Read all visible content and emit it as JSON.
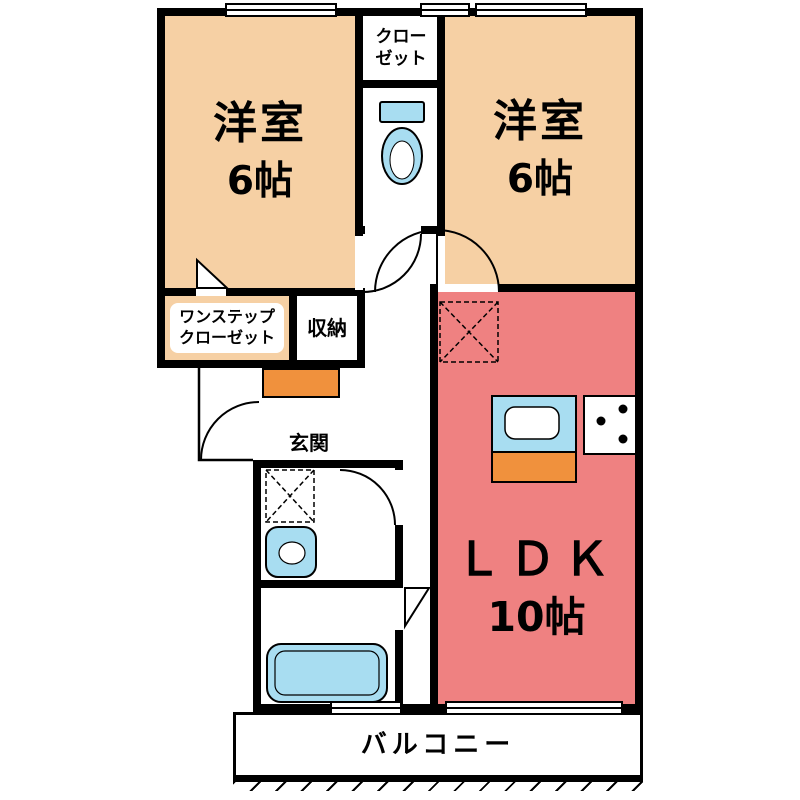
{
  "floorplan": {
    "type": "2LDK apartment floor plan",
    "colors": {
      "room_peach": "#f6d0a4",
      "ldk_red": "#ef8181",
      "fixture_blue": "#a8ddf1",
      "accent_orange": "#f0913d",
      "wall_black": "#000000"
    },
    "rooms": {
      "bedroom_left": {
        "name": "洋室",
        "size": "6帖"
      },
      "bedroom_right": {
        "name": "洋室",
        "size": "6帖"
      },
      "closet": {
        "line1": "クロー",
        "line2": "ゼット"
      },
      "onestep_closet": {
        "line1": "ワンステップ",
        "line2": "クローゼット"
      },
      "storage": {
        "label": "収納"
      },
      "entrance": {
        "label": "玄関"
      },
      "ldk": {
        "name": "ＬＤＫ",
        "size": "10帖"
      },
      "balcony": {
        "label": "バルコニー"
      }
    },
    "fixtures": [
      "toilet",
      "kitchen-sink",
      "gas-stove",
      "kitchen-cabinet",
      "refrigerator-space",
      "washing-machine-space",
      "washbasin",
      "bathtub",
      "entrance-step"
    ]
  }
}
